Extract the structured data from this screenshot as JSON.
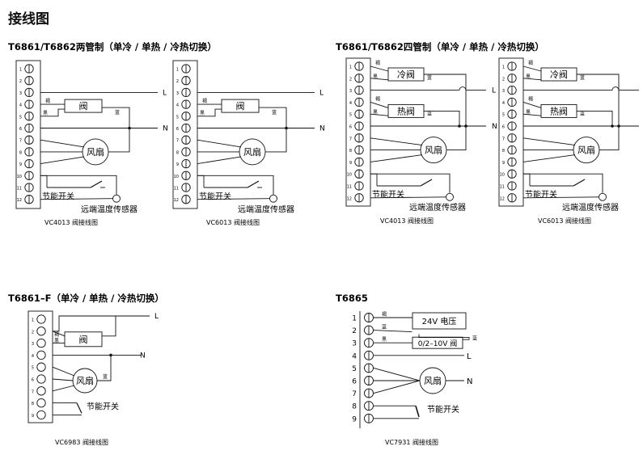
{
  "page_title": "接线图",
  "wire_colors": {
    "brown": "褐",
    "black": "黑",
    "blue": "蓝"
  },
  "labels": {
    "L": "L",
    "N": "N",
    "valve": "阀",
    "cool_valve": "冷阀",
    "heat_valve": "热阀",
    "fan": "风扇",
    "eco_switch": "节能开关",
    "remote_sensor": "远端温度传感器",
    "v24": "24V 电压",
    "v010": "0/2–10V 阀"
  },
  "sections": {
    "s1": {
      "title": "T6861/T6862两管制（单冷 / 单热 / 冷热切换）"
    },
    "s2": {
      "title": "T6861/T6862四管制（单冷 / 单热 / 冷热切换）"
    },
    "s3": {
      "title": "T6861–F（单冷 / 单热 / 冷热切换）"
    },
    "s4": {
      "title": "T6865"
    }
  },
  "captions": {
    "vc4013a": "VC4013 阀接线图",
    "vc6013a": "VC6013 阀接线图",
    "vc4013b": "VC4013 阀接线图",
    "vc6013b": "VC6013 阀接线图",
    "vc6983": "VC6983 阀接线图",
    "vc7931": "VC7931 阀接线图"
  },
  "terminals": {
    "twelve": [
      "1",
      "2",
      "3",
      "4",
      "5",
      "6",
      "7",
      "8",
      "9",
      "10",
      "11",
      "12"
    ],
    "nine": [
      "1",
      "2",
      "3",
      "4",
      "5",
      "6",
      "7",
      "8",
      "9"
    ]
  }
}
